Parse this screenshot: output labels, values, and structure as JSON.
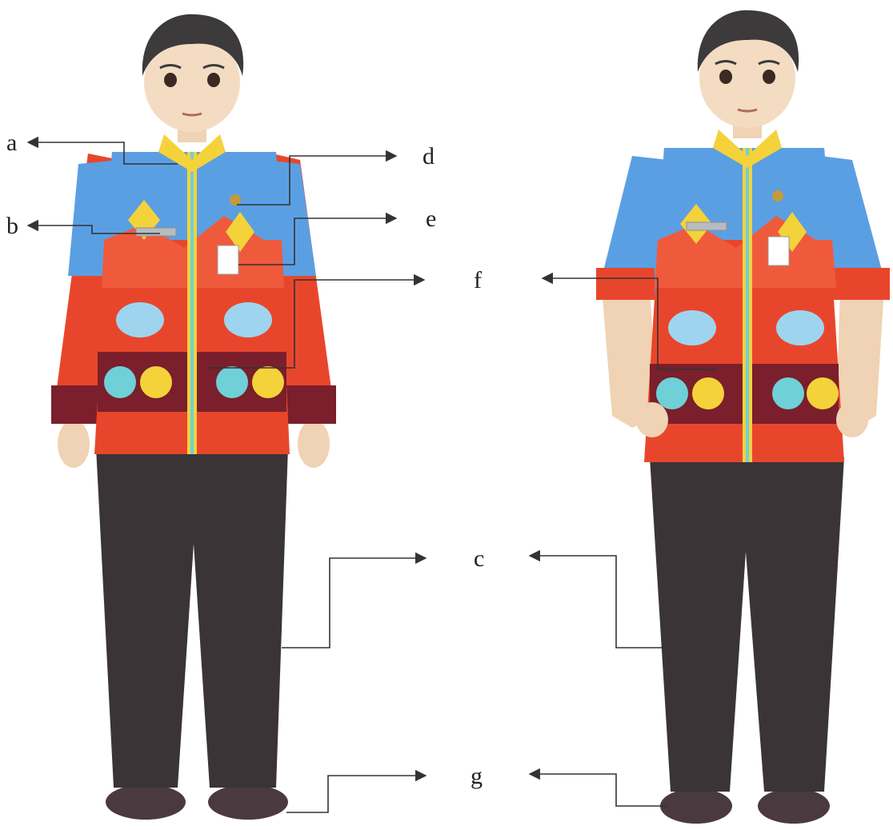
{
  "labels": {
    "a": "a",
    "b": "b",
    "c": "c",
    "d": "d",
    "e": "e",
    "f": "f",
    "g": "g"
  },
  "figures": [
    {
      "name": "long-sleeve-uniform"
    },
    {
      "name": "short-sleeve-uniform"
    }
  ],
  "colors": {
    "shirt_blue": "#5b9fe3",
    "shirt_red": "#e8462c",
    "shirt_dark": "#7a1f2b",
    "accent_yellow": "#f4d23a",
    "accent_cyan": "#6fd0d8",
    "trousers": "#3a3436",
    "shoes": "#4a3a40",
    "hair": "#3c3a3a",
    "skin": "#f3dcc2",
    "line": "#333333"
  }
}
